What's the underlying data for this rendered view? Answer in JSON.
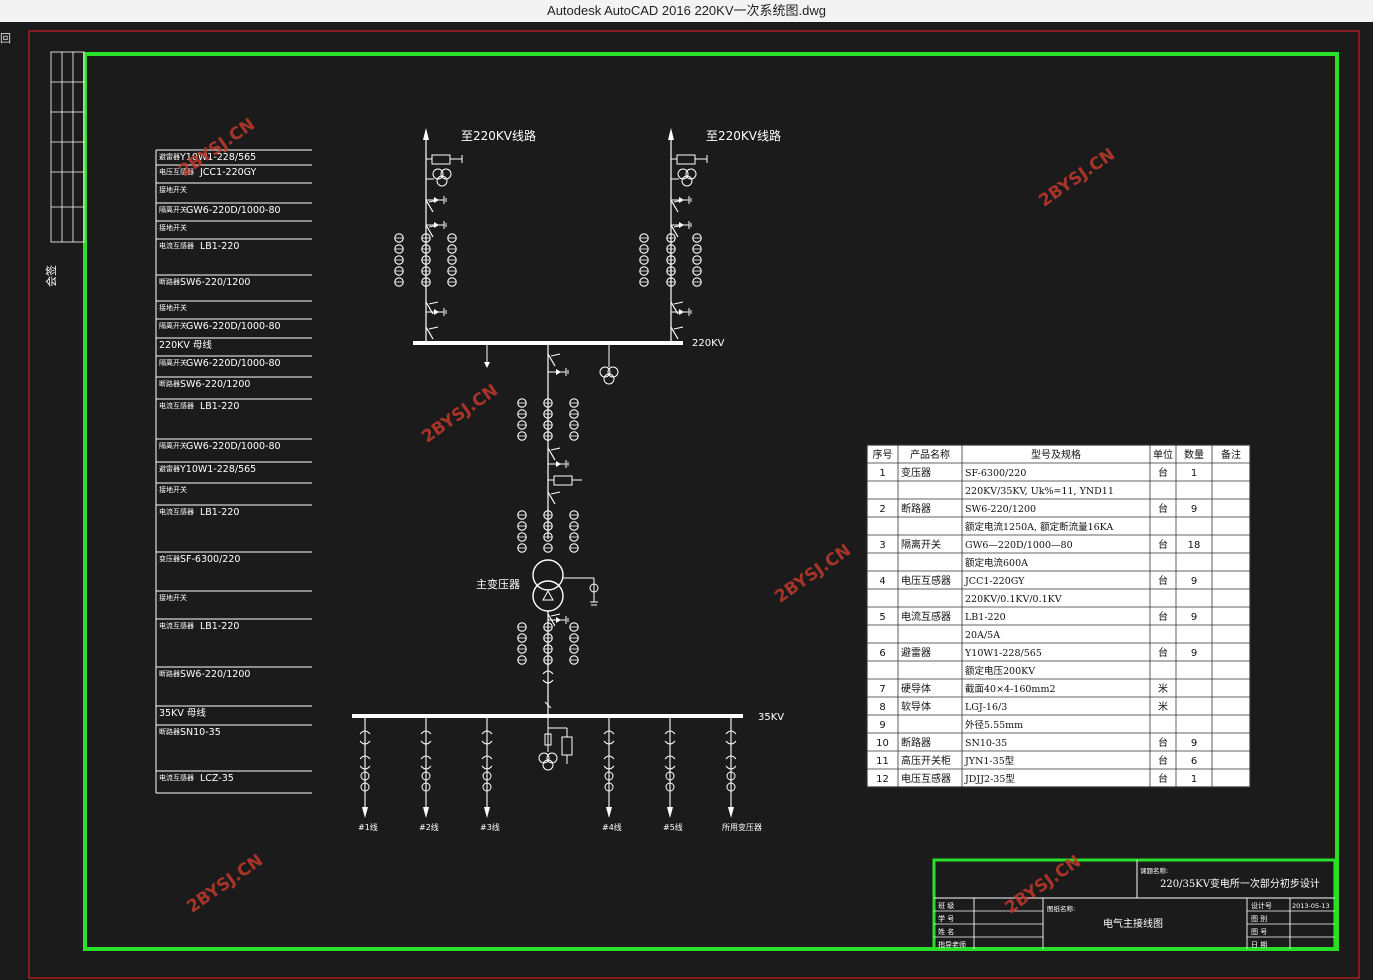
{
  "window": {
    "title": "Autodesk AutoCAD 2016     220KV一次系统图.dwg"
  },
  "corner_glyph": "回",
  "colors": {
    "background": "#1b1b1b",
    "frame_green": "#28e028",
    "outer_red": "#c81e1e",
    "line_white": "#ffffff",
    "watermark": "#c0392b"
  },
  "watermark": "2BYSJ.CN",
  "side_label": "会签",
  "left_table": [
    {
      "label": "避雷器",
      "value": "Y10W1-228/565"
    },
    {
      "label": "电压互感器",
      "value": "JCC1-220GY"
    },
    {
      "label": "接地开关",
      "value": ""
    },
    {
      "label": "隔离开关",
      "value": "GW6-220D/1000-80"
    },
    {
      "label": "接地开关",
      "value": ""
    },
    {
      "label": "电流互感器",
      "value": "LB1-220"
    },
    {
      "label": "断路器",
      "value": "SW6-220/1200"
    },
    {
      "label": "接地开关",
      "value": ""
    },
    {
      "label": "隔离开关",
      "value": "GW6-220D/1000-80"
    },
    {
      "label": "",
      "value": "220KV 母线"
    },
    {
      "label": "隔离开关",
      "value": "GW6-220D/1000-80"
    },
    {
      "label": "断路器",
      "value": "SW6-220/1200"
    },
    {
      "label": "电流互感器",
      "value": "LB1-220"
    },
    {
      "label": "隔离开关",
      "value": "GW6-220D/1000-80"
    },
    {
      "label": "避雷器",
      "value": "Y10W1-228/565"
    },
    {
      "label": "接地开关",
      "value": ""
    },
    {
      "label": "电流互感器",
      "value": "LB1-220"
    },
    {
      "label": "变压器",
      "value": "SF-6300/220"
    },
    {
      "label": "接地开关",
      "value": ""
    },
    {
      "label": "电流互感器",
      "value": "LB1-220"
    },
    {
      "label": "断路器",
      "value": "SW6-220/1200"
    },
    {
      "label": "",
      "value": "35KV 母线"
    },
    {
      "label": "断路器",
      "value": "SN10-35"
    },
    {
      "label": "电流互感器",
      "value": "LCZ-35"
    }
  ],
  "diagram": {
    "line_label": "至220KV线路",
    "bus_220": "220KV",
    "bus_35": "35KV",
    "transformer_label": "主变压器",
    "feeders": [
      "#1线",
      "#2线",
      "#3线",
      "#4线",
      "#5线",
      "所用变压器"
    ]
  },
  "parts_table": {
    "headers": [
      "序号",
      "产品名称",
      "型号及规格",
      "单位",
      "数量",
      "备注"
    ],
    "rows": [
      [
        "1",
        "变压器",
        "SF-6300/220",
        "台",
        "1",
        ""
      ],
      [
        "",
        "",
        "220KV/35KV, Uk%=11, YND11",
        "",
        "",
        ""
      ],
      [
        "2",
        "断路器",
        "SW6-220/1200",
        "台",
        "9",
        ""
      ],
      [
        "",
        "",
        "额定电流1250A, 额定断流量16KA",
        "",
        "",
        ""
      ],
      [
        "3",
        "隔离开关",
        "GW6—220D/1000—80",
        "台",
        "18",
        ""
      ],
      [
        "",
        "",
        "额定电流600A",
        "",
        "",
        ""
      ],
      [
        "4",
        "电压互感器",
        "JCC1-220GY",
        "台",
        "9",
        ""
      ],
      [
        "",
        "",
        "220KV/0.1KV/0.1KV",
        "",
        "",
        ""
      ],
      [
        "5",
        "电流互感器",
        "LB1-220",
        "台",
        "9",
        ""
      ],
      [
        "",
        "",
        "20A/5A",
        "",
        "",
        ""
      ],
      [
        "6",
        "避雷器",
        "Y10W1-228/565",
        "台",
        "9",
        ""
      ],
      [
        "",
        "",
        "额定电压200KV",
        "",
        "",
        ""
      ],
      [
        "7",
        "硬导体",
        "截面40×4-160mm2",
        "米",
        "",
        ""
      ],
      [
        "8",
        "软导体",
        "LGJ-16/3",
        "米",
        "",
        ""
      ],
      [
        "9",
        "",
        "外径5.55mm",
        "",
        "",
        ""
      ],
      [
        "10",
        "断路器",
        "SN10-35",
        "台",
        "9",
        ""
      ],
      [
        "11",
        "高压开关柜",
        "JYN1-35型",
        "台",
        "6",
        ""
      ],
      [
        "12",
        "电压互感器",
        "JDJJ2-35型",
        "台",
        "1",
        ""
      ]
    ]
  },
  "title_block": {
    "project_label": "课题名称:",
    "project": "220/35KV变电所一次部分初步设计",
    "drawing_label": "图纸名称:",
    "drawing": "电气主接线图",
    "left_rows": [
      "班 级",
      "学 号",
      "姓 名",
      "指导老师"
    ],
    "right_rows": [
      "设计号",
      "图 别",
      "图 号",
      "日 期"
    ],
    "date_value": "2013-05-13"
  }
}
